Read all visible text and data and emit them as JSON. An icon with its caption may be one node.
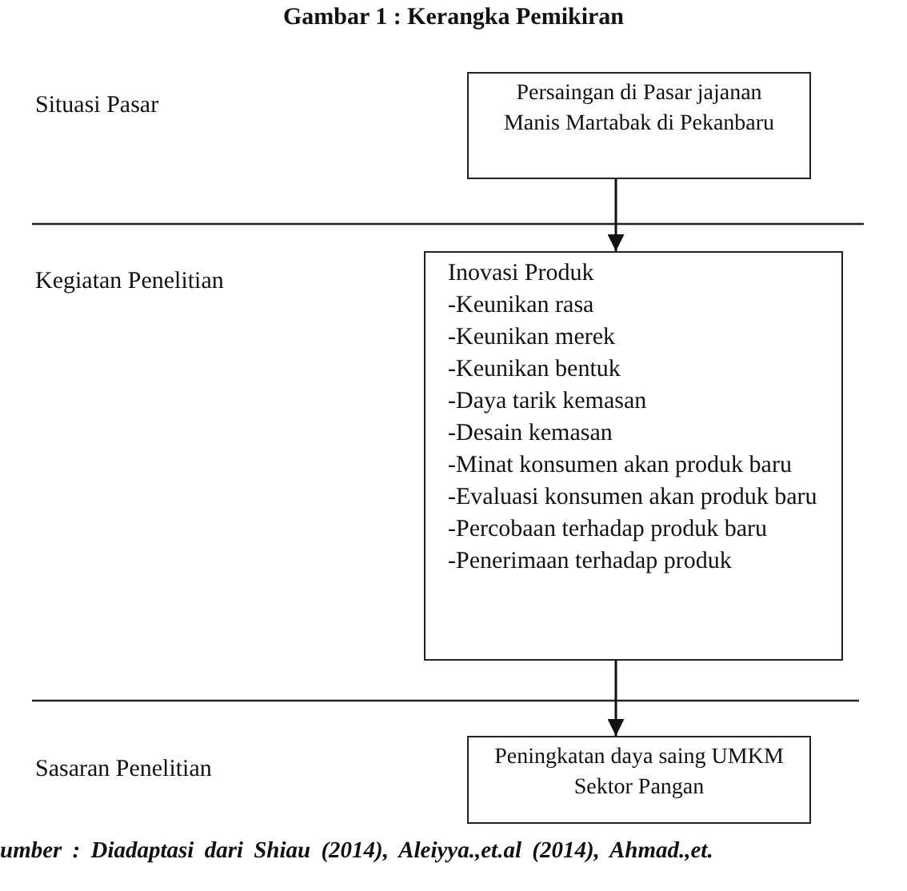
{
  "diagram": {
    "title": "Gambar 1 : Kerangka Pemikiran",
    "caption": "umber : Diadaptasi dari Shiau (2014), Aleiyya.,et.al (2014), Ahmad.,et.",
    "nodes": [
      {
        "text": [
          "Persaingan di Pasar jajanan Manis Martabak di Pekanbaru"
        ]
      },
      {
        "text": [
          "Inovasi Produk",
          "-Keunikan rasa",
          "-Keunikan merek",
          "-Keunikan bentuk",
          "-Daya tarik kemasan",
          "-Desain kemasan",
          "-Minat konsumen akan produk baru",
          "-Evaluasi konsumen akan produk baru",
          "-Percobaan terhadap produk baru",
          "-Penerimaan terhadap produk"
        ]
      },
      {
        "text": [
          "Peningkatan daya saing UMKM Sektor Pangan"
        ]
      }
    ],
    "edges": [
      {
        "from": 0,
        "to": 1,
        "arrow": "to"
      },
      {
        "from": 1,
        "to": 2,
        "arrow": "to"
      }
    ],
    "labels": [
      "Situasi Pasar",
      "Kegiatan Penelitian",
      "Sasaran Penelitian"
    ]
  }
}
